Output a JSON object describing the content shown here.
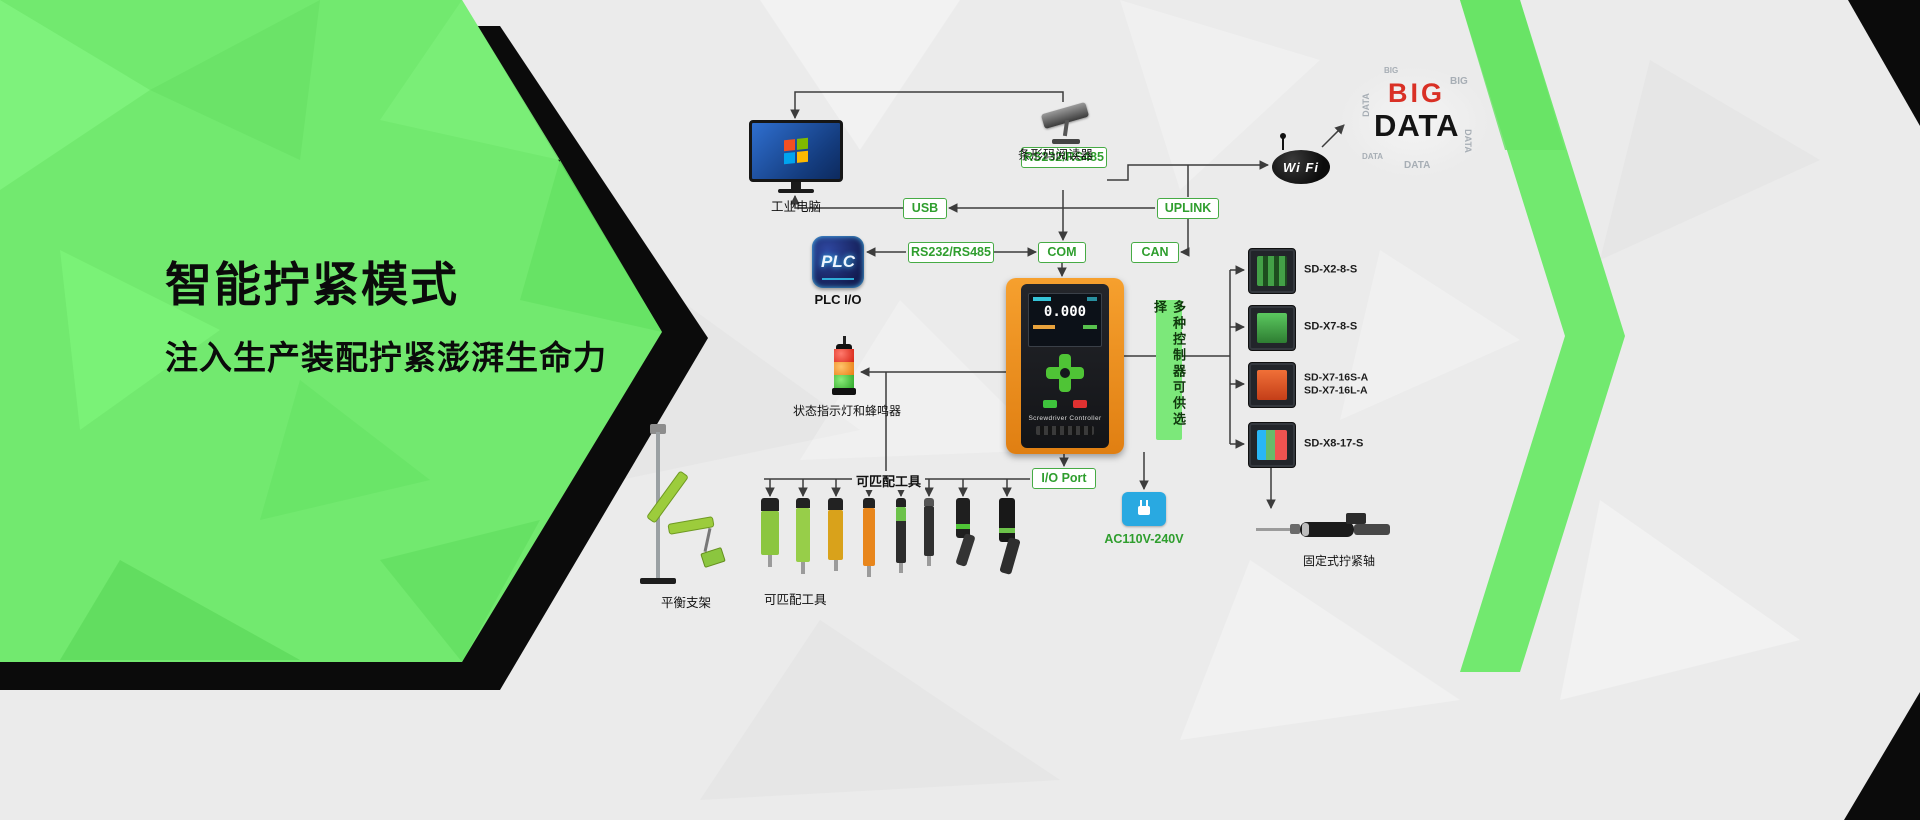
{
  "theme": {
    "accent_green": "#72e96f",
    "box_border_green": "#46ab44",
    "label_text_green": "#2f9e2e",
    "power_blue": "#29a9e1",
    "big_data_red": "#d93025",
    "controller_orange": "#e98a1d",
    "background_gray": "#ebebeb",
    "black": "#0b0b0b"
  },
  "hero": {
    "title": "智能拧紧模式",
    "subtitle": "注入生产装配拧紧澎湃生命力"
  },
  "nodes": {
    "industrial_pc": {
      "label": "工业电脑"
    },
    "barcode_reader": {
      "label": "条形码阅读器",
      "port": "RS232/RS485"
    },
    "usb": "USB",
    "uplink": "UPLINK",
    "rs232_485": "RS232/RS485",
    "com": "COM",
    "can": "CAN",
    "plc": {
      "icon_text": "PLC",
      "label": "PLC I/O"
    },
    "status_light": {
      "label": "状态指示灯和蜂鸣器"
    },
    "controller": {
      "screen_value": "0.000",
      "title": "Screwdriver Controller"
    },
    "multi_controller_note": "多种控制器可供选择",
    "io_port": "I/O Port",
    "power": {
      "label": "AC110V-240V"
    },
    "tools_top_label": "可匹配工具",
    "tools_bottom_label": "可匹配工具",
    "balance_stand": {
      "label": "平衡支架"
    },
    "fixed_axis": {
      "label": "固定式拧紧轴"
    },
    "wifi": {
      "label": "Wi Fi"
    },
    "big_data": {
      "line1": "BIG",
      "line2": "DATA"
    }
  },
  "products": [
    {
      "model": "SD-X2-8-S"
    },
    {
      "model": "SD-X7-8-S"
    },
    {
      "model": "SD-X7-16S-A",
      "model2": "SD-X7-16L-A"
    },
    {
      "model": "SD-X8-17-S"
    }
  ],
  "cloud_words": [
    "DATA",
    "BIG",
    "DATA",
    "DATA",
    "BIG",
    "DATA"
  ]
}
